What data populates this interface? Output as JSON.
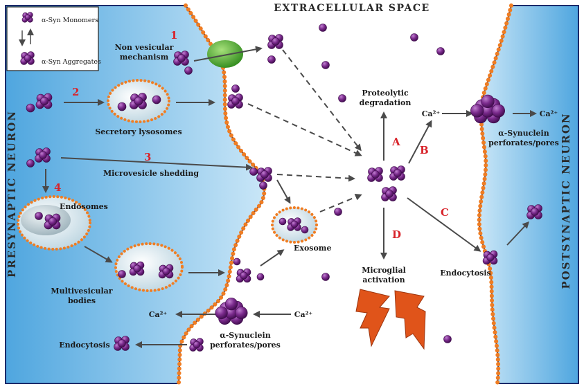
{
  "title": "EXTRACELLULAR SPACE",
  "presynaptic_label": "PRESYNAPTIC NEURON",
  "postsynaptic_label": "POSTSYNAPTIC NEURON",
  "legend": {
    "monomers": "α-Syn Monomers",
    "aggregates": "α-Syn Aggregates"
  },
  "steps": {
    "s1": "1",
    "s2": "2",
    "s3": "3",
    "s4": "4",
    "A": "A",
    "B": "B",
    "C": "C",
    "D": "D"
  },
  "labels": {
    "non_vesicular_1": "Non vesicular",
    "non_vesicular_2": "mechanism",
    "secretory_lysosomes": "Secretory lysosomes",
    "microvesicle_shedding": "Microvesicle shedding",
    "endosomes": "Endosomes",
    "multivesicular_1": "Multivesicular",
    "multivesicular_2": "bodies",
    "exosome": "Exosome",
    "proteolytic_1": "Proteolytic",
    "proteolytic_2": "degradation",
    "microglial_1": "Microglial",
    "microglial_2": "activation",
    "endocytosis_post": "Endocytosis",
    "endocytosis_pre": "Endocytosis",
    "pores_pre_1": "α-Synuclein",
    "pores_pre_2": "perforates/pores",
    "pores_post_1": "α-Synuclein",
    "pores_post_2": "perforates/pores",
    "ca_pre_left": "Ca²⁺",
    "ca_pre_right": "Ca²⁺",
    "ca_b": "Ca²⁺",
    "ca_post": "Ca²⁺"
  },
  "colors": {
    "neuron_fill": "#7fc0e8",
    "membrane": "#f07d22",
    "aggregate": "#6a1f7a",
    "arrow": "#4a4a4a",
    "step_number": "#d8232a",
    "transporter": "#4caf2e",
    "microglia": "#e0541a"
  }
}
